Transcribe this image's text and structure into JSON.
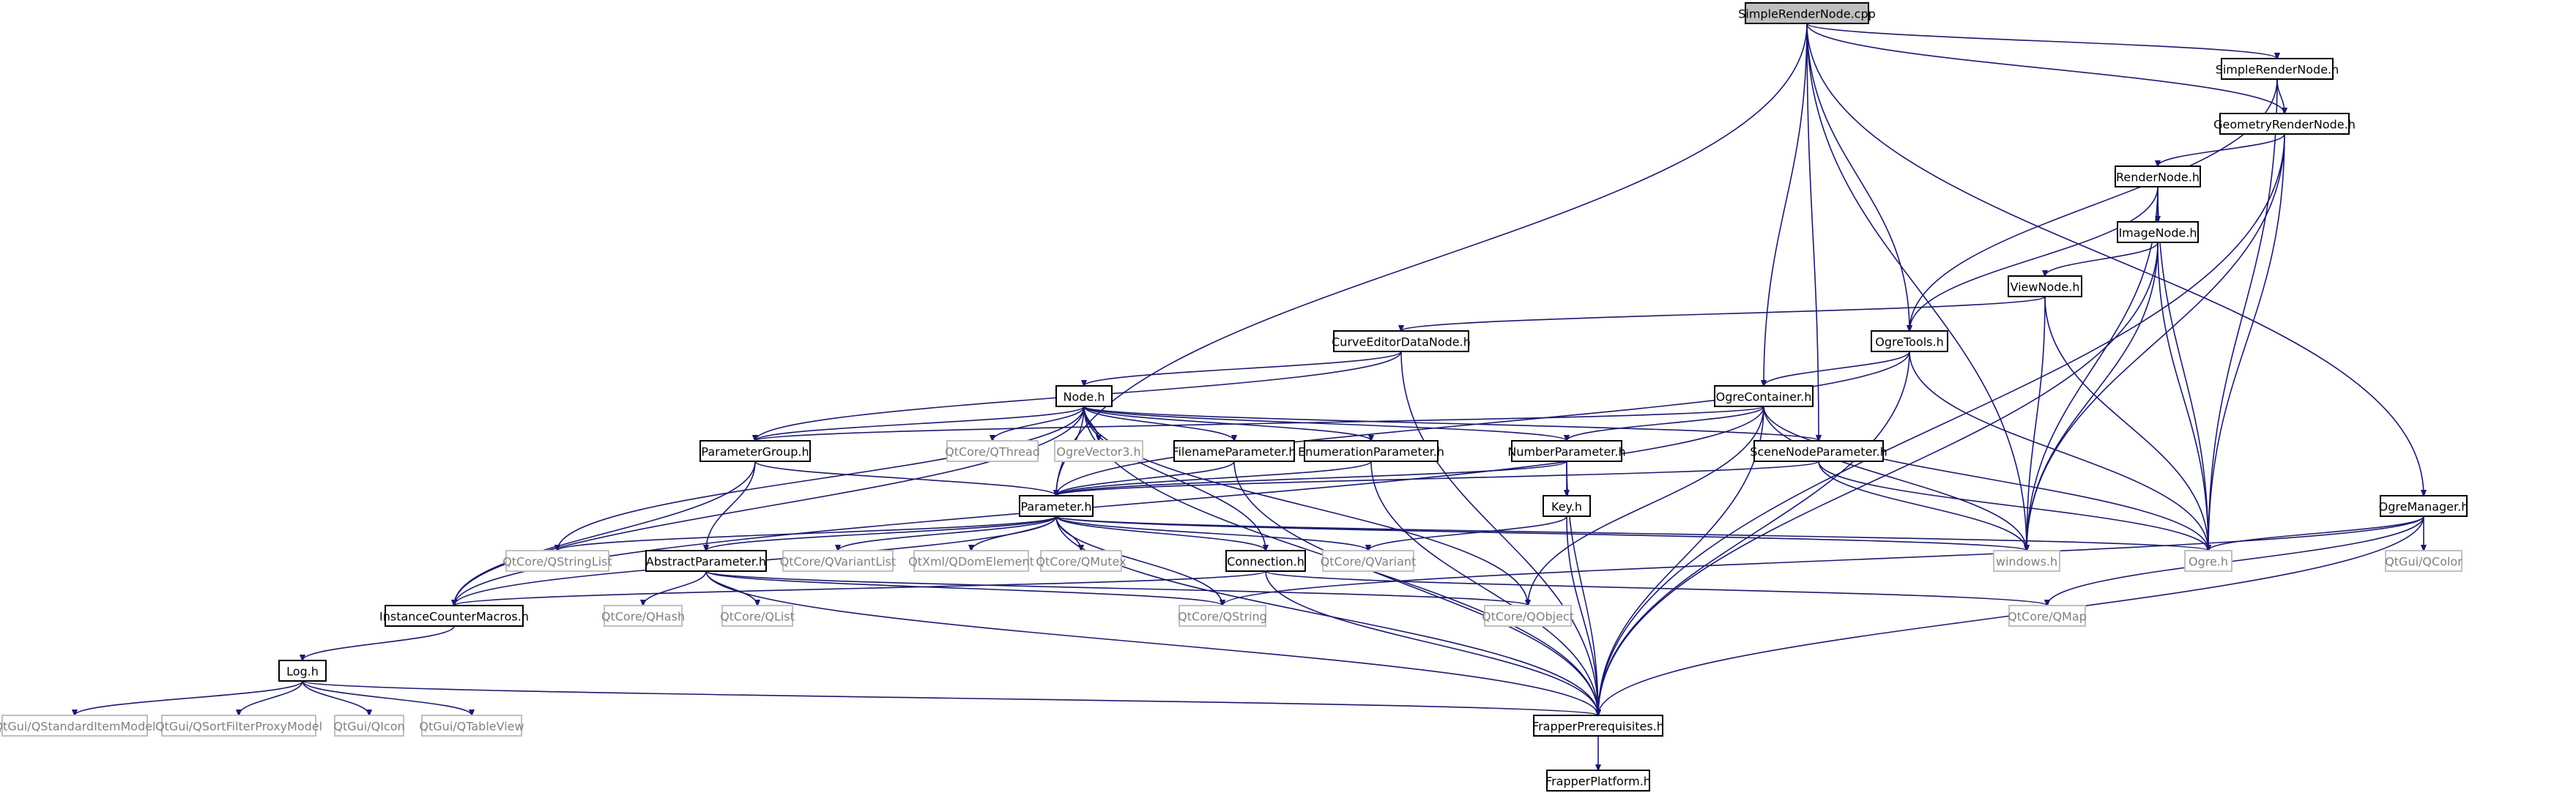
{
  "diagram": {
    "root": "SimpleRenderNode.cpp",
    "colors": {
      "edge": "#191970",
      "root_fill": "#bfbfbf",
      "external_border": "#c0c0c0",
      "external_text": "#808080"
    },
    "nodes": [
      {
        "id": "SimpleRenderNode_cpp",
        "label": "SimpleRenderNode.cpp",
        "kind": "root"
      },
      {
        "id": "SimpleRenderNode_h",
        "label": "SimpleRenderNode.h",
        "kind": "local"
      },
      {
        "id": "GeometryRenderNode_h",
        "label": "GeometryRenderNode.h",
        "kind": "local"
      },
      {
        "id": "RenderNode_h",
        "label": "RenderNode.h",
        "kind": "local"
      },
      {
        "id": "ImageNode_h",
        "label": "ImageNode.h",
        "kind": "local"
      },
      {
        "id": "ViewNode_h",
        "label": "ViewNode.h",
        "kind": "local"
      },
      {
        "id": "CurveEditorDataNode_h",
        "label": "CurveEditorDataNode.h",
        "kind": "local"
      },
      {
        "id": "OgreTools_h",
        "label": "OgreTools.h",
        "kind": "local"
      },
      {
        "id": "Node_h",
        "label": "Node.h",
        "kind": "local"
      },
      {
        "id": "OgreContainer_h",
        "label": "OgreContainer.h",
        "kind": "local"
      },
      {
        "id": "ParameterGroup_h",
        "label": "ParameterGroup.h",
        "kind": "local"
      },
      {
        "id": "QThread",
        "label": "QtCore/QThread",
        "kind": "external"
      },
      {
        "id": "OgreVector3_h",
        "label": "OgreVector3.h",
        "kind": "external"
      },
      {
        "id": "FilenameParameter_h",
        "label": "FilenameParameter.h",
        "kind": "local"
      },
      {
        "id": "EnumerationParameter_h",
        "label": "EnumerationParameter.h",
        "kind": "local"
      },
      {
        "id": "NumberParameter_h",
        "label": "NumberParameter.h",
        "kind": "local"
      },
      {
        "id": "SceneNodeParameter_h",
        "label": "SceneNodeParameter.h",
        "kind": "local"
      },
      {
        "id": "Parameter_h",
        "label": "Parameter.h",
        "kind": "local"
      },
      {
        "id": "Key_h",
        "label": "Key.h",
        "kind": "local"
      },
      {
        "id": "OgreManager_h",
        "label": "OgreManager.h",
        "kind": "local"
      },
      {
        "id": "QStringList",
        "label": "QtCore/QStringList",
        "kind": "external"
      },
      {
        "id": "AbstractParameter_h",
        "label": "AbstractParameter.h",
        "kind": "local"
      },
      {
        "id": "QVariantList",
        "label": "QtCore/QVariantList",
        "kind": "external"
      },
      {
        "id": "QDomElement",
        "label": "QtXml/QDomElement",
        "kind": "external"
      },
      {
        "id": "QMutex",
        "label": "QtCore/QMutex",
        "kind": "external"
      },
      {
        "id": "Connection_h",
        "label": "Connection.h",
        "kind": "local"
      },
      {
        "id": "QVariant",
        "label": "QtCore/QVariant",
        "kind": "external"
      },
      {
        "id": "windows_h",
        "label": "windows.h",
        "kind": "external"
      },
      {
        "id": "Ogre_h",
        "label": "Ogre.h",
        "kind": "external"
      },
      {
        "id": "QColor",
        "label": "QtGui/QColor",
        "kind": "external"
      },
      {
        "id": "InstanceCounterMacros_h",
        "label": "InstanceCounterMacros.h",
        "kind": "local"
      },
      {
        "id": "QHash",
        "label": "QtCore/QHash",
        "kind": "external"
      },
      {
        "id": "QList",
        "label": "QtCore/QList",
        "kind": "external"
      },
      {
        "id": "QString",
        "label": "QtCore/QString",
        "kind": "external"
      },
      {
        "id": "QObject",
        "label": "QtCore/QObject",
        "kind": "external"
      },
      {
        "id": "QMap",
        "label": "QtCore/QMap",
        "kind": "external"
      },
      {
        "id": "Log_h",
        "label": "Log.h",
        "kind": "local"
      },
      {
        "id": "QStandardItemModel",
        "label": "QtGui/QStandardItemModel",
        "kind": "external"
      },
      {
        "id": "QSortFilterProxyModel",
        "label": "QtGui/QSortFilterProxyModel",
        "kind": "external"
      },
      {
        "id": "QIcon",
        "label": "QtGui/QIcon",
        "kind": "external"
      },
      {
        "id": "QTableView",
        "label": "QtGui/QTableView",
        "kind": "external"
      },
      {
        "id": "FrapperPrerequisites_h",
        "label": "FrapperPrerequisites.h",
        "kind": "local"
      },
      {
        "id": "FrapperPlatform_h",
        "label": "FrapperPlatform.h",
        "kind": "local"
      }
    ],
    "edges": [
      [
        "SimpleRenderNode_cpp",
        "SimpleRenderNode_h"
      ],
      [
        "SimpleRenderNode_cpp",
        "GeometryRenderNode_h"
      ],
      [
        "SimpleRenderNode_cpp",
        "OgreTools_h"
      ],
      [
        "SimpleRenderNode_cpp",
        "OgreContainer_h"
      ],
      [
        "SimpleRenderNode_cpp",
        "SceneNodeParameter_h"
      ],
      [
        "SimpleRenderNode_cpp",
        "Parameter_h"
      ],
      [
        "SimpleRenderNode_cpp",
        "windows_h"
      ],
      [
        "SimpleRenderNode_cpp",
        "OgreManager_h"
      ],
      [
        "SimpleRenderNode_h",
        "GeometryRenderNode_h"
      ],
      [
        "SimpleRenderNode_h",
        "OgreTools_h"
      ],
      [
        "SimpleRenderNode_h",
        "Ogre_h"
      ],
      [
        "GeometryRenderNode_h",
        "RenderNode_h"
      ],
      [
        "GeometryRenderNode_h",
        "windows_h"
      ],
      [
        "GeometryRenderNode_h",
        "Ogre_h"
      ],
      [
        "GeometryRenderNode_h",
        "FrapperPrerequisites_h"
      ],
      [
        "RenderNode_h",
        "ImageNode_h"
      ],
      [
        "RenderNode_h",
        "OgreTools_h"
      ],
      [
        "RenderNode_h",
        "windows_h"
      ],
      [
        "RenderNode_h",
        "Ogre_h"
      ],
      [
        "ImageNode_h",
        "ViewNode_h"
      ],
      [
        "ImageNode_h",
        "windows_h"
      ],
      [
        "ImageNode_h",
        "Ogre_h"
      ],
      [
        "ImageNode_h",
        "FrapperPrerequisites_h"
      ],
      [
        "ViewNode_h",
        "CurveEditorDataNode_h"
      ],
      [
        "ViewNode_h",
        "windows_h"
      ],
      [
        "ViewNode_h",
        "Ogre_h"
      ],
      [
        "CurveEditorDataNode_h",
        "Node_h"
      ],
      [
        "CurveEditorDataNode_h",
        "ParameterGroup_h"
      ],
      [
        "CurveEditorDataNode_h",
        "FrapperPrerequisites_h"
      ],
      [
        "OgreTools_h",
        "OgreContainer_h"
      ],
      [
        "OgreTools_h",
        "Ogre_h"
      ],
      [
        "OgreTools_h",
        "Parameter_h"
      ],
      [
        "OgreTools_h",
        "FrapperPrerequisites_h"
      ],
      [
        "Node_h",
        "ParameterGroup_h"
      ],
      [
        "Node_h",
        "QThread"
      ],
      [
        "Node_h",
        "OgreVector3_h"
      ],
      [
        "Node_h",
        "FilenameParameter_h"
      ],
      [
        "Node_h",
        "EnumerationParameter_h"
      ],
      [
        "Node_h",
        "NumberParameter_h"
      ],
      [
        "Node_h",
        "SceneNodeParameter_h"
      ],
      [
        "Node_h",
        "Parameter_h"
      ],
      [
        "Node_h",
        "Connection_h"
      ],
      [
        "Node_h",
        "InstanceCounterMacros_h"
      ],
      [
        "Node_h",
        "QStringList"
      ],
      [
        "Node_h",
        "QObject"
      ],
      [
        "Node_h",
        "FrapperPrerequisites_h"
      ],
      [
        "OgreContainer_h",
        "ParameterGroup_h"
      ],
      [
        "OgreContainer_h",
        "NumberParameter_h"
      ],
      [
        "OgreContainer_h",
        "windows_h"
      ],
      [
        "OgreContainer_h",
        "Ogre_h"
      ],
      [
        "OgreContainer_h",
        "QObject"
      ],
      [
        "OgreContainer_h",
        "FrapperPrerequisites_h"
      ],
      [
        "OgreContainer_h",
        "InstanceCounterMacros_h"
      ],
      [
        "ParameterGroup_h",
        "Parameter_h"
      ],
      [
        "ParameterGroup_h",
        "AbstractParameter_h"
      ],
      [
        "ParameterGroup_h",
        "InstanceCounterMacros_h"
      ],
      [
        "FilenameParameter_h",
        "Parameter_h"
      ],
      [
        "FilenameParameter_h",
        "FrapperPrerequisites_h"
      ],
      [
        "EnumerationParameter_h",
        "Parameter_h"
      ],
      [
        "EnumerationParameter_h",
        "FrapperPrerequisites_h"
      ],
      [
        "NumberParameter_h",
        "Parameter_h"
      ],
      [
        "NumberParameter_h",
        "Key_h"
      ],
      [
        "NumberParameter_h",
        "FrapperPrerequisites_h"
      ],
      [
        "SceneNodeParameter_h",
        "Parameter_h"
      ],
      [
        "SceneNodeParameter_h",
        "windows_h"
      ],
      [
        "SceneNodeParameter_h",
        "Ogre_h"
      ],
      [
        "Key_h",
        "QVariant"
      ],
      [
        "Key_h",
        "FrapperPrerequisites_h"
      ],
      [
        "OgreManager_h",
        "Ogre_h"
      ],
      [
        "OgreManager_h",
        "QColor"
      ],
      [
        "OgreManager_h",
        "QMap"
      ],
      [
        "OgreManager_h",
        "QString"
      ],
      [
        "OgreManager_h",
        "FrapperPrerequisites_h"
      ],
      [
        "Parameter_h",
        "QStringList"
      ],
      [
        "Parameter_h",
        "AbstractParameter_h"
      ],
      [
        "Parameter_h",
        "QVariantList"
      ],
      [
        "Parameter_h",
        "QDomElement"
      ],
      [
        "Parameter_h",
        "QMutex"
      ],
      [
        "Parameter_h",
        "Connection_h"
      ],
      [
        "Parameter_h",
        "QVariant"
      ],
      [
        "Parameter_h",
        "windows_h"
      ],
      [
        "Parameter_h",
        "Ogre_h"
      ],
      [
        "Parameter_h",
        "InstanceCounterMacros_h"
      ],
      [
        "Parameter_h",
        "QString"
      ],
      [
        "Parameter_h",
        "FrapperPrerequisites_h"
      ],
      [
        "AbstractParameter_h",
        "QHash"
      ],
      [
        "AbstractParameter_h",
        "QList"
      ],
      [
        "AbstractParameter_h",
        "QString"
      ],
      [
        "AbstractParameter_h",
        "QObject"
      ],
      [
        "AbstractParameter_h",
        "FrapperPrerequisites_h"
      ],
      [
        "Connection_h",
        "InstanceCounterMacros_h"
      ],
      [
        "Connection_h",
        "QMap"
      ],
      [
        "Connection_h",
        "FrapperPrerequisites_h"
      ],
      [
        "InstanceCounterMacros_h",
        "Log_h"
      ],
      [
        "Log_h",
        "QStandardItemModel"
      ],
      [
        "Log_h",
        "QSortFilterProxyModel"
      ],
      [
        "Log_h",
        "QIcon"
      ],
      [
        "Log_h",
        "QTableView"
      ],
      [
        "Log_h",
        "FrapperPrerequisites_h"
      ],
      [
        "FrapperPrerequisites_h",
        "FrapperPlatform_h"
      ]
    ]
  }
}
